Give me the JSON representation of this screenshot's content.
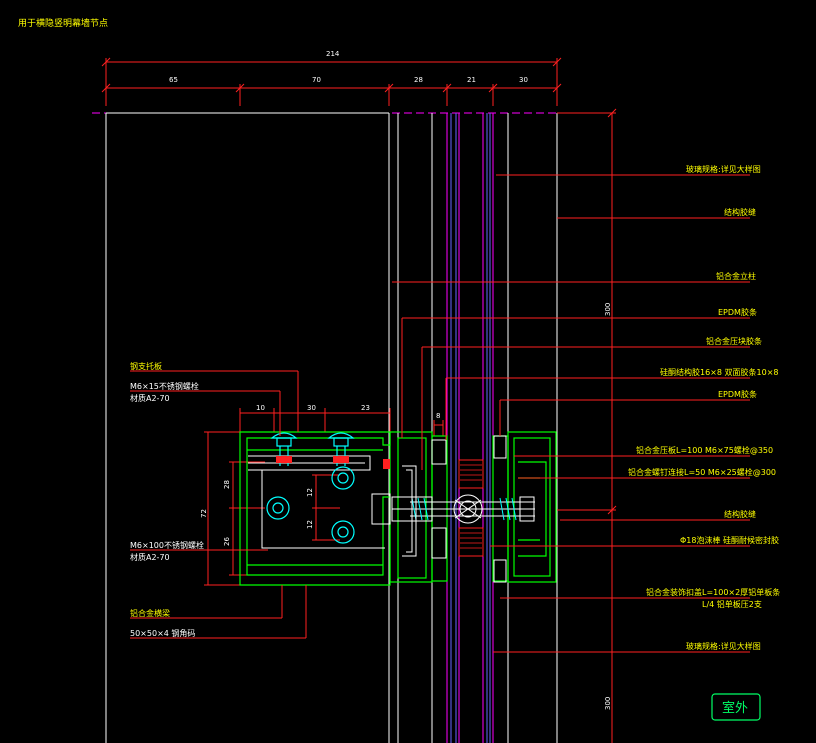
{
  "title": "用于横隐竖明幕墙节点",
  "dims_top": {
    "total": "214",
    "d1": "65",
    "d2": "70",
    "d3": "28",
    "d4": "21",
    "d5": "30"
  },
  "dims_left": {
    "a": "10",
    "b": "30",
    "c": "23",
    "v1": "72",
    "v2": "28",
    "v3": "26",
    "v4": "12",
    "v5": "12",
    "small": "8"
  },
  "right_dim_labels": {
    "upper": "300",
    "lower": "300"
  },
  "labels_left": {
    "l1": "钢支托板",
    "l2": "M6×15不锈钢螺栓",
    "l3": "材质A2-70",
    "l4": "M6×100不锈钢螺栓",
    "l5": "材质A2-70",
    "l6": "铝合金横梁",
    "l7": "50×50×4 钢角码"
  },
  "labels_right": {
    "r1": "玻璃规格:详见大样图",
    "r2": "结构胶缝",
    "r3": "铝合金立柱",
    "r4": "EPDM胶条",
    "r5": "铝合金压块胶条",
    "r6": "硅酮结构胶16×8  双面胶条10×8",
    "r7": "EPDM胶条",
    "r8": "铝合金压板L=100 M6×75螺栓@350",
    "r9": "铝合金螺钉连接L=50 M6×25螺栓@300",
    "r10": "结构胶缝",
    "r11": "Φ18泡沫棒  硅酮耐候密封胶",
    "r12": "铝合金装饰扣盖L=100×2厚铝单板条",
    "r13": "L/4 铝单板压2支",
    "r14": "玻璃规格:详见大样图"
  },
  "room_label": "室外",
  "colors": {
    "bg": "#000000",
    "white": "#ffffff",
    "red": "#ff2020",
    "yellow": "#ffff00",
    "green": "#00ff00",
    "cyan": "#00ffff",
    "magenta": "#ff00ff",
    "blue": "#6666ff"
  }
}
